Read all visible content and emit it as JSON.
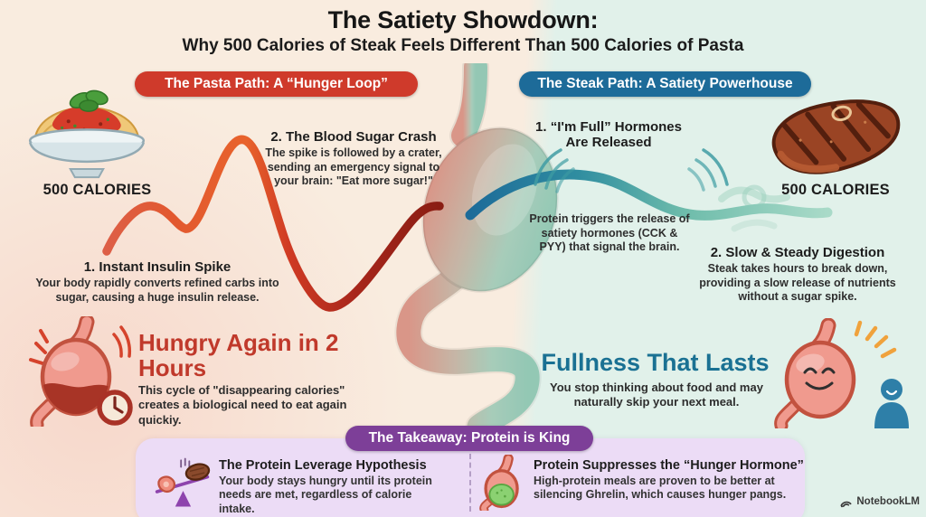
{
  "header": {
    "title": "The Satiety Showdown:",
    "subtitle": "Why 500 Calories of Steak Feels Different Than 500 Calories of Pasta"
  },
  "pasta_path": {
    "badge": "The Pasta Path: A “Hunger Loop”",
    "calories_label": "500 CALORIES",
    "insulin_spike": {
      "heading": "1. Instant Insulin Spike",
      "body": "Your body rapidly converts refined carbs into sugar, causing a huge insulin release."
    },
    "sugar_crash": {
      "heading": "2. The Blood Sugar Crash",
      "body": "The spike is followed by a crater, sending an emergency signal to your brain: \"Eat more sugar!\""
    },
    "outcome": {
      "heading": "Hungry Again in 2 Hours",
      "body": "This cycle of \"disappearing calories\" creates a biological need to eat again quickiy."
    }
  },
  "steak_path": {
    "badge": "The Steak Path: A Satiety Powerhouse",
    "calories_label": "500 CALORIES",
    "full_hormones": {
      "heading": "1. “I'm Full” Hormones Are Released",
      "body": "Protein triggers the release of satiety hormones (CCK & PYY) that signal the brain."
    },
    "slow_digestion": {
      "heading": "2. Slow & Steady Digestion",
      "body": "Steak takes hours to break down, providing a slow release of nutrients without a sugar spike."
    },
    "outcome": {
      "heading": "Fullness That Lasts",
      "body": "You stop thinking about food and may naturally skip your next meal."
    }
  },
  "takeaway": {
    "badge": "The Takeaway: Protein is King",
    "protein_leverage": {
      "heading": "The Protein Leverage Hypothesis",
      "body": "Your body stays hungry until its protein needs are met, regardless of calorie intake."
    },
    "hunger_hormone": {
      "heading": "Protein Suppresses the “Hunger Hormone”",
      "body": "High-protein meals are proven to be better at silencing Ghrelin, which causes hunger pangs."
    }
  },
  "watermark": {
    "brand": "NotebookLM"
  },
  "colors": {
    "background_left": "#f9ecdf",
    "background_right": "#e1f1ea",
    "pasta_accent": "#cf3a2b",
    "steak_accent": "#1d6b99",
    "takeaway_accent": "#7d3f98",
    "hungry_heading": "#c0392b",
    "fullness_heading": "#1a7193",
    "takeaway_panel": "#ecdcf6"
  },
  "icons": {
    "pasta-bowl-icon": "bowl of spaghetti with tomato sauce and basil",
    "steak-icon": "grilled steak with grill marks",
    "digestive-tract-icon": "stomach silhouette fading red to teal",
    "hungry-stomach-icon": "growling stomach with alarm clock",
    "happy-stomach-icon": "smiling stomach with rays",
    "satisfied-person-icon": "content person bust",
    "signal-waves-icon": "satiety signal arcs",
    "protein-scale-icon": "seesaw scale weighing meat",
    "green-stomach-icon": "stomach with calmed hunger hormone",
    "notebooklm-logo-icon": "NotebookLM wave mark"
  }
}
